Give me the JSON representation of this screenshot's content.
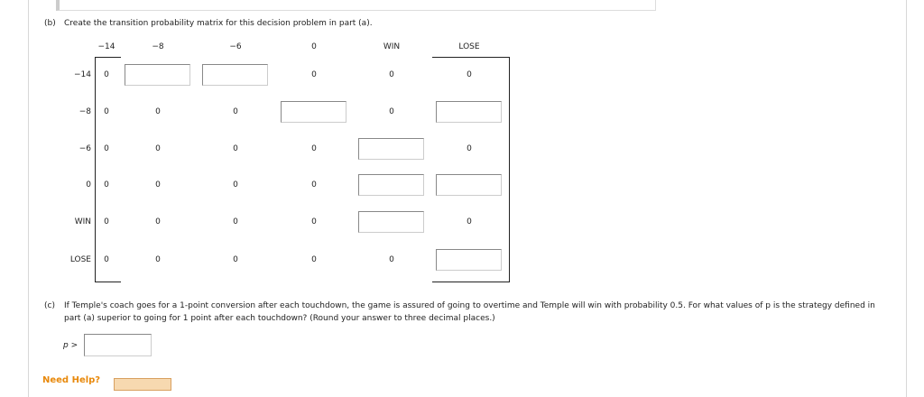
{
  "part_b": {
    "label": "(b)",
    "prompt": "Create the transition probability matrix for this decision problem in part (a).",
    "columns": [
      "−14",
      "−8",
      "−6",
      "0",
      "WIN",
      "LOSE"
    ],
    "rows": [
      {
        "label": "−14",
        "cells": [
          "0",
          null,
          null,
          "0",
          "0",
          "0"
        ]
      },
      {
        "label": "−8",
        "cells": [
          "0",
          "0",
          "0",
          null,
          "0",
          null
        ]
      },
      {
        "label": "−6",
        "cells": [
          "0",
          "0",
          "0",
          "0",
          null,
          "0"
        ]
      },
      {
        "label": "0",
        "cells": [
          "0",
          "0",
          "0",
          "0",
          null,
          null
        ]
      },
      {
        "label": "WIN",
        "cells": [
          "0",
          "0",
          "0",
          "0",
          null,
          "0"
        ]
      },
      {
        "label": "LOSE",
        "cells": [
          "0",
          "0",
          "0",
          "0",
          "0",
          null
        ]
      }
    ]
  },
  "part_c": {
    "label": "(c)",
    "prompt": "If Temple's coach goes for a 1-point conversion after each touchdown, the game is assured of going to overtime and Temple will win with probability 0.5. For what values of p is the strategy defined in part (a) superior to going for 1 point after each touchdown? (Round your answer to three decimal places.)",
    "answer_label": "p >",
    "answer_value": ""
  },
  "help": {
    "label": "Need Help?",
    "button_label": ""
  },
  "colors": {
    "help": "#e8890c"
  }
}
